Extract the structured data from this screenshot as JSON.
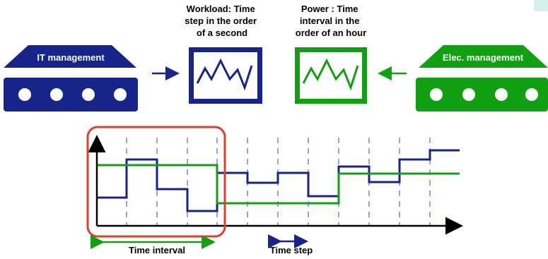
{
  "left_panel": {
    "title": "IT management",
    "color": "#17258a"
  },
  "right_panel": {
    "title": "Elec. management",
    "color": "#12a013"
  },
  "workload_caption": [
    "Workload: Time",
    "step in the order",
    "of a second"
  ],
  "power_caption": [
    "Power : Time",
    "interval in the",
    "order of an hour"
  ],
  "time_interval_label": "Time interval",
  "time_step_label": "Time step",
  "highlight_color": "#e0402a",
  "grid_color": "#9aa3d6",
  "accent_corner_color": "#d6f0ee"
}
